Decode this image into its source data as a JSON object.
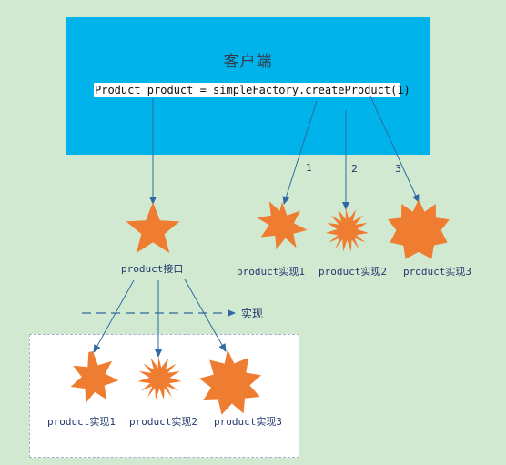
{
  "client": {
    "title": "客户端",
    "code": "Product product = simpleFactory.createProduct(1)"
  },
  "interface": {
    "label": "product接口"
  },
  "implements_legend": {
    "label": "实现"
  },
  "created_products": [
    {
      "label": "product实现1",
      "number": "1"
    },
    {
      "label": "product实现2",
      "number": "2"
    },
    {
      "label": "product实现3",
      "number": "3"
    }
  ],
  "implementations": [
    {
      "label": "product实现1"
    },
    {
      "label": "product实现2"
    },
    {
      "label": "product实现3"
    }
  ],
  "colors": {
    "background": "#d2e9d1",
    "client_box": "#00b3eb",
    "star": "#ee7d31",
    "arrow": "#2e6aa1",
    "text": "#233a6e"
  }
}
